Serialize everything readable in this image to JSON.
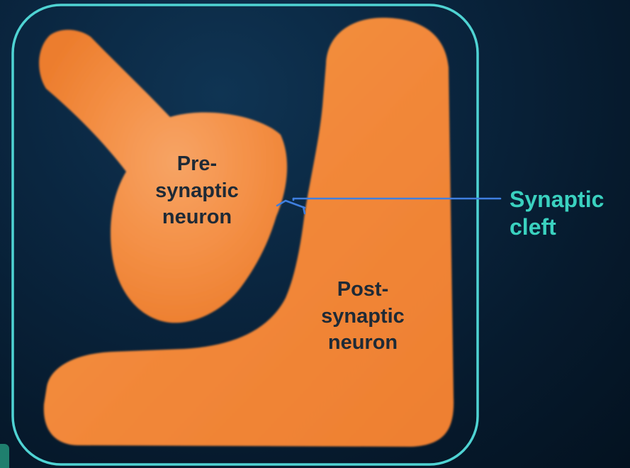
{
  "labels": {
    "presynaptic": [
      "Pre-",
      "synaptic",
      "neuron"
    ],
    "postsynaptic": [
      "Post-",
      "synaptic",
      "neuron"
    ],
    "cleft": [
      "Synaptic",
      "cleft"
    ]
  },
  "colors": {
    "frame": "#4fd3d3",
    "neuron": "#f28a3c",
    "cleft_line": "#3f7fe0",
    "cleft_label": "#3ad1bf",
    "neuron_label": "#1e2a36"
  }
}
